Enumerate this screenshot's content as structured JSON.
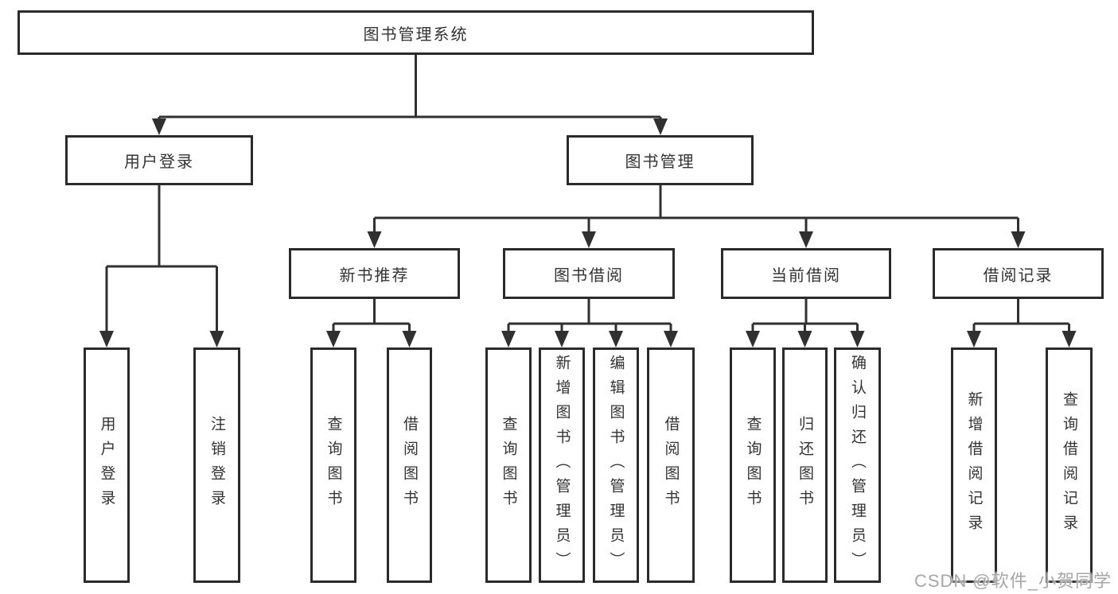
{
  "tree": {
    "label": "图书管理系统",
    "children": [
      {
        "label": "用户登录",
        "children": [
          {
            "label": "用户登录"
          },
          {
            "label": "注销登录"
          }
        ]
      },
      {
        "label": "图书管理",
        "children": [
          {
            "label": "新书推荐",
            "children": [
              {
                "label": "查询图书"
              },
              {
                "label": "借阅图书"
              }
            ]
          },
          {
            "label": "图书借阅",
            "children": [
              {
                "label": "查询图书"
              },
              {
                "label": "新增图书（管理员）"
              },
              {
                "label": "编辑图书（管理员）"
              },
              {
                "label": "借阅图书"
              }
            ]
          },
          {
            "label": "当前借阅",
            "children": [
              {
                "label": "查询图书"
              },
              {
                "label": "归还图书"
              },
              {
                "label": "确认归还（管理员）"
              }
            ]
          },
          {
            "label": "借阅记录",
            "children": [
              {
                "label": "新增借阅记录"
              },
              {
                "label": "查询借阅记录"
              }
            ]
          }
        ]
      }
    ]
  },
  "watermark": {
    "text": "CSDN @软件_小贺同学"
  },
  "colors": {
    "line": "#303030",
    "box_border": "#2b2b2b",
    "text": "#333333",
    "watermark": "#a6a6a6",
    "background": "#ffffff"
  }
}
